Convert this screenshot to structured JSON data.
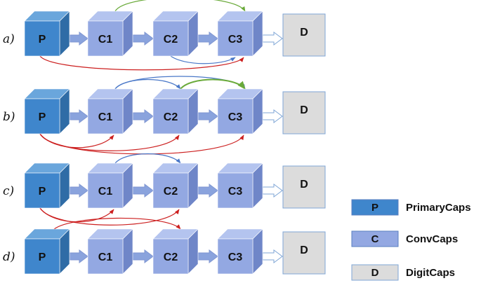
{
  "rows": [
    {
      "label": "a)",
      "connections": [
        {
          "from": "P",
          "to": "C3",
          "color": "red"
        },
        {
          "from": "C1",
          "to": "C3",
          "color": "green"
        },
        {
          "from": "C2",
          "to": "C3",
          "color": "blue"
        }
      ]
    },
    {
      "label": "b)",
      "connections": [
        {
          "from": "P",
          "to": "C1",
          "color": "red"
        },
        {
          "from": "P",
          "to": "C2",
          "color": "red"
        },
        {
          "from": "P",
          "to": "C3",
          "color": "red"
        },
        {
          "from": "C1",
          "to": "C2",
          "color": "blue"
        },
        {
          "from": "C1",
          "to": "C3",
          "color": "blue"
        },
        {
          "from": "C2",
          "to": "C3",
          "color": "green"
        }
      ]
    },
    {
      "label": "c)",
      "connections": [
        {
          "from": "P",
          "to": "C1",
          "color": "red"
        },
        {
          "from": "P",
          "to": "C2",
          "color": "red"
        },
        {
          "from": "C1",
          "to": "C2",
          "color": "blue"
        }
      ]
    },
    {
      "label": "d)",
      "connections": [
        {
          "from": "P",
          "to": "C2",
          "color": "red"
        }
      ]
    }
  ],
  "blocks": {
    "primary": "P",
    "conv": [
      "C1",
      "C2",
      "C3"
    ],
    "digit": "D"
  },
  "legend": [
    {
      "symbol": "P",
      "label": "PrimaryCaps",
      "kind": "primary"
    },
    {
      "symbol": "C",
      "label": "ConvCaps",
      "kind": "conv"
    },
    {
      "symbol": "D",
      "label": "DigitCaps",
      "kind": "digit"
    }
  ],
  "colors": {
    "primary_front": "#3f86cc",
    "primary_top": "#6aa6dc",
    "primary_side": "#2f6ca6",
    "conv_front": "#93a8e2",
    "conv_top": "#b4c4ef",
    "conv_side": "#6f86c8",
    "digit_fill": "#dcdcdc",
    "digit_stroke": "#7fa6d6",
    "red": "#cc1f1f",
    "green": "#6aaa3a",
    "blue": "#4a78c8",
    "arrow_fill": "#8aa3dd"
  }
}
